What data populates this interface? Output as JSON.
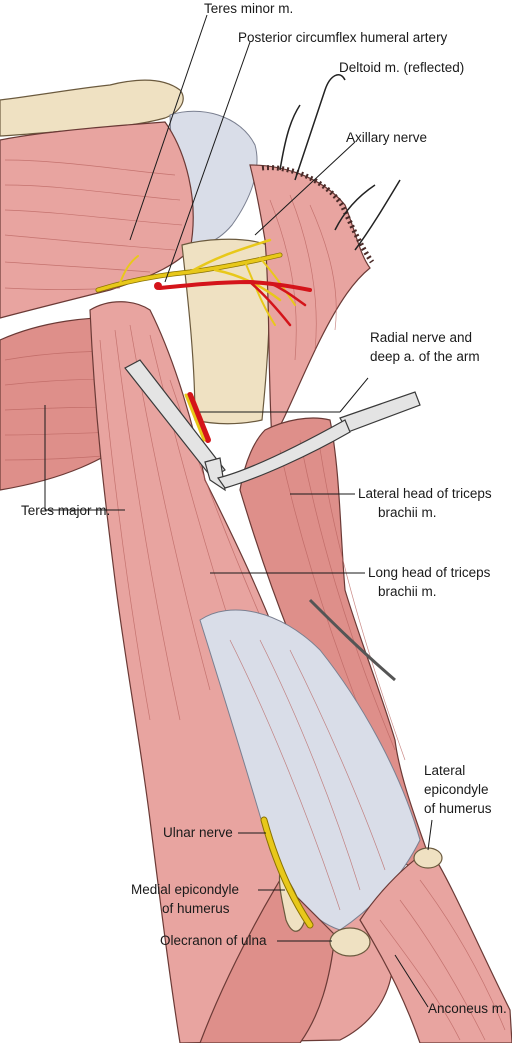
{
  "labels": {
    "teres_minor": "Teres minor m.",
    "post_circ_artery": "Posterior circumflex humeral artery",
    "deltoid": "Deltoid m. (reflected)",
    "axillary_nerve": "Axillary nerve",
    "radial_nerve_1": "Radial nerve and",
    "radial_nerve_2": "deep a. of the arm",
    "teres_major": "Teres major m.",
    "lateral_head_1": "Lateral head of triceps",
    "lateral_head_2": "brachii m.",
    "long_head_1": "Long head of triceps",
    "long_head_2": "brachii m.",
    "lat_epicondyle_1": "Lateral",
    "lat_epicondyle_2": "epicondyle",
    "lat_epicondyle_3": "of humerus",
    "ulnar_nerve": "Ulnar nerve",
    "med_epicondyle_1": "Medial epicondyle",
    "med_epicondyle_2": "of humerus",
    "olecranon": "Olecranon of ulna",
    "anconeus": "Anconeus m."
  },
  "colors": {
    "muscle": "#e8a4a0",
    "bone": "#efe1c2",
    "tendon": "#d9dde8",
    "nerve": "#e8c81a",
    "artery": "#d4141a"
  }
}
